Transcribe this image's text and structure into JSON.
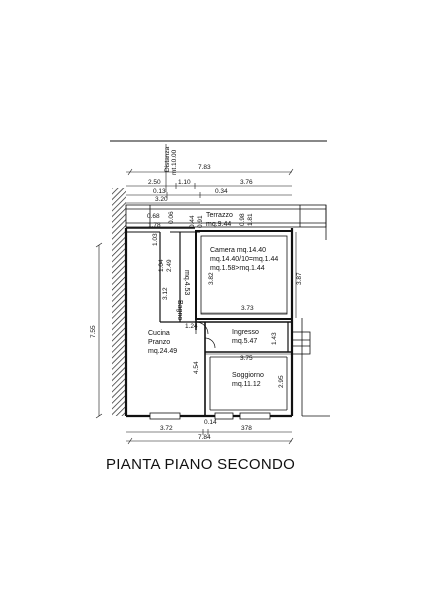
{
  "plan": {
    "title": "PIANTA PIANO SECONDO",
    "distance_note": "Distanza\nmt.10.00",
    "rooms": [
      {
        "id": "terrazzo",
        "name": "Terrazzo",
        "area": "mq.9.44"
      },
      {
        "id": "camera",
        "name": "Camera mq.14.40",
        "area": "mq.14.40/10=mq.1.44",
        "extra": "mq.1.58>mq.1.44"
      },
      {
        "id": "bagno",
        "name": "Bagno",
        "area": "mq.4.53"
      },
      {
        "id": "cucina",
        "name": "Cucina",
        "name2": "Pranzo",
        "area": "mq.24.49"
      },
      {
        "id": "ingresso",
        "name": "Ingresso",
        "area": "mq.5.47"
      },
      {
        "id": "soggiorno",
        "name": "Soggiorno",
        "area": "mq.11.12"
      }
    ],
    "dimensions": {
      "top_7_83": "7.83",
      "top_2_50": "2.50",
      "top_1_10": "1.10",
      "top_3_76": "3.76",
      "top_0_13": "0.13",
      "top_0_34": "0.34",
      "top_3_20": "3.20",
      "terr_0_68": "0.68",
      "terr_1_78": "1.78",
      "terr_0_06": "0.06",
      "terr_0_44": "0.44",
      "terr_0_91": "0.91",
      "terr_0_98": "0.98",
      "terr_1_81": "1.81",
      "left_1_03": "1.03",
      "left_1_04": "1.04",
      "left_2_49": "2.49",
      "bagno_3_12": "3.12",
      "camera_3_82": "3.82",
      "camera_3_73": "3.73",
      "right_3_87": "3.87",
      "left_7_55": "7.55",
      "mid_1_24": "1.24",
      "mid_1_43": "1.43",
      "sog_3_75": "3.75",
      "sog_4_54": "4.54",
      "sog_2_95": "2.95",
      "bot_3_72": "3.72",
      "bot_0_14": "0.14",
      "bot_3_78": "378",
      "bot_7_84": "7.84"
    }
  }
}
